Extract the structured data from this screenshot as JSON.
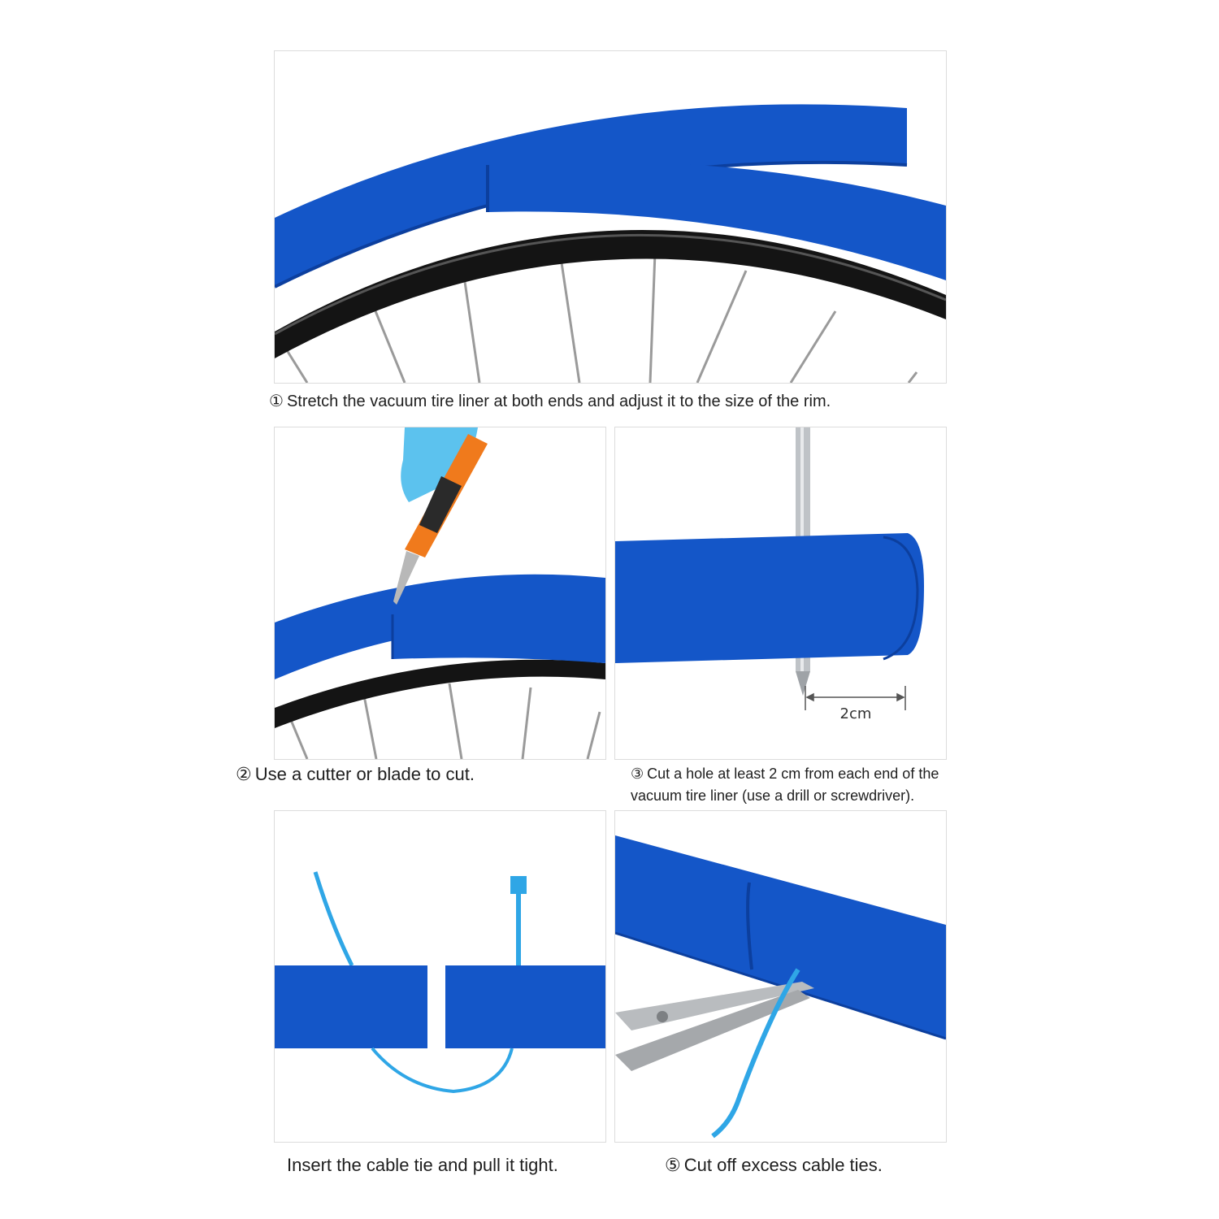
{
  "steps": [
    {
      "marker": "①",
      "text": "Stretch the vacuum tire liner at both ends and adjust it to the size of the rim."
    },
    {
      "marker": "②",
      "text": "Use a cutter or blade to cut."
    },
    {
      "marker": "③",
      "text": "Cut a hole at least 2 cm from each end of the vacuum tire liner (use a drill or screwdriver)."
    },
    {
      "marker": "",
      "text": "Insert the cable tie and pull it tight."
    },
    {
      "marker": "⑤",
      "text": "Cut off excess cable ties."
    }
  ],
  "dimension_label": "2cm",
  "colors": {
    "liner_blue": "#1456c8",
    "liner_dark": "#0c3f9e",
    "rim_black": "#141414",
    "cable_tie": "#2fa6e6",
    "glove": "#5cc2ee",
    "cutter_orange": "#f07a1c"
  }
}
